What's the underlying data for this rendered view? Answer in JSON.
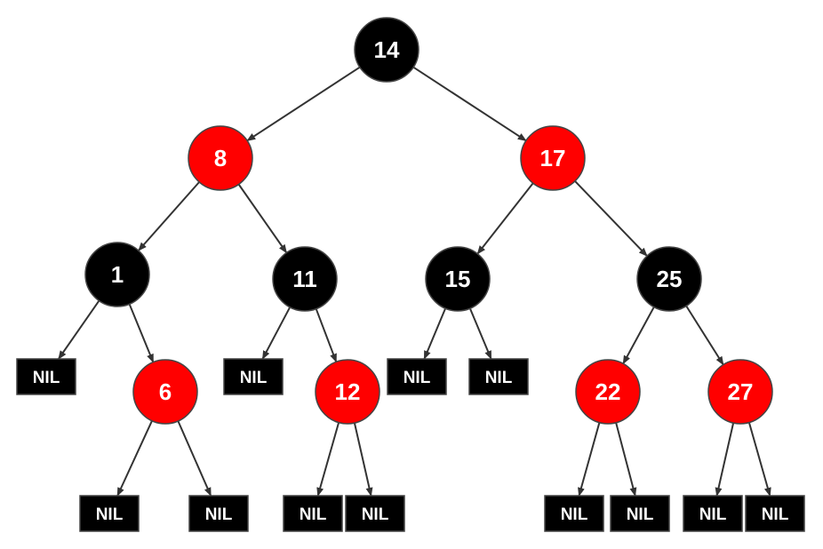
{
  "colors": {
    "red": "#ff0000",
    "black": "#000000",
    "text": "#ffffff",
    "edge": "#333333",
    "outline": "#444444"
  },
  "nodes": [
    {
      "id": "n14",
      "label": "14",
      "color": "black"
    },
    {
      "id": "n8",
      "label": "8",
      "color": "red"
    },
    {
      "id": "n17",
      "label": "17",
      "color": "red"
    },
    {
      "id": "n1",
      "label": "1",
      "color": "black"
    },
    {
      "id": "n11",
      "label": "11",
      "color": "black"
    },
    {
      "id": "n15",
      "label": "15",
      "color": "black"
    },
    {
      "id": "n25",
      "label": "25",
      "color": "black"
    },
    {
      "id": "n6",
      "label": "6",
      "color": "red"
    },
    {
      "id": "n12",
      "label": "12",
      "color": "red"
    },
    {
      "id": "n22",
      "label": "22",
      "color": "red"
    },
    {
      "id": "n27",
      "label": "27",
      "color": "red"
    }
  ],
  "nil_label": "NIL",
  "nils": [
    {
      "id": "nil1",
      "parent": "n1"
    },
    {
      "id": "nil2",
      "parent": "n6"
    },
    {
      "id": "nil3",
      "parent": "n6"
    },
    {
      "id": "nil4",
      "parent": "n11"
    },
    {
      "id": "nil5",
      "parent": "n12"
    },
    {
      "id": "nil6",
      "parent": "n12"
    },
    {
      "id": "nil7",
      "parent": "n15"
    },
    {
      "id": "nil8",
      "parent": "n15"
    },
    {
      "id": "nil9",
      "parent": "n22"
    },
    {
      "id": "nil10",
      "parent": "n22"
    },
    {
      "id": "nil11",
      "parent": "n27"
    },
    {
      "id": "nil12",
      "parent": "n27"
    }
  ],
  "edges": [
    [
      "n14",
      "n8"
    ],
    [
      "n14",
      "n17"
    ],
    [
      "n8",
      "n1"
    ],
    [
      "n8",
      "n11"
    ],
    [
      "n17",
      "n15"
    ],
    [
      "n17",
      "n25"
    ],
    [
      "n1",
      "nil1"
    ],
    [
      "n1",
      "n6"
    ],
    [
      "n11",
      "nil4"
    ],
    [
      "n11",
      "n12"
    ],
    [
      "n15",
      "nil7"
    ],
    [
      "n15",
      "nil8"
    ],
    [
      "n25",
      "n22"
    ],
    [
      "n25",
      "n27"
    ],
    [
      "n6",
      "nil2"
    ],
    [
      "n6",
      "nil3"
    ],
    [
      "n12",
      "nil5"
    ],
    [
      "n12",
      "nil6"
    ],
    [
      "n22",
      "nil9"
    ],
    [
      "n22",
      "nil10"
    ],
    [
      "n27",
      "nil11"
    ],
    [
      "n27",
      "nil12"
    ]
  ]
}
